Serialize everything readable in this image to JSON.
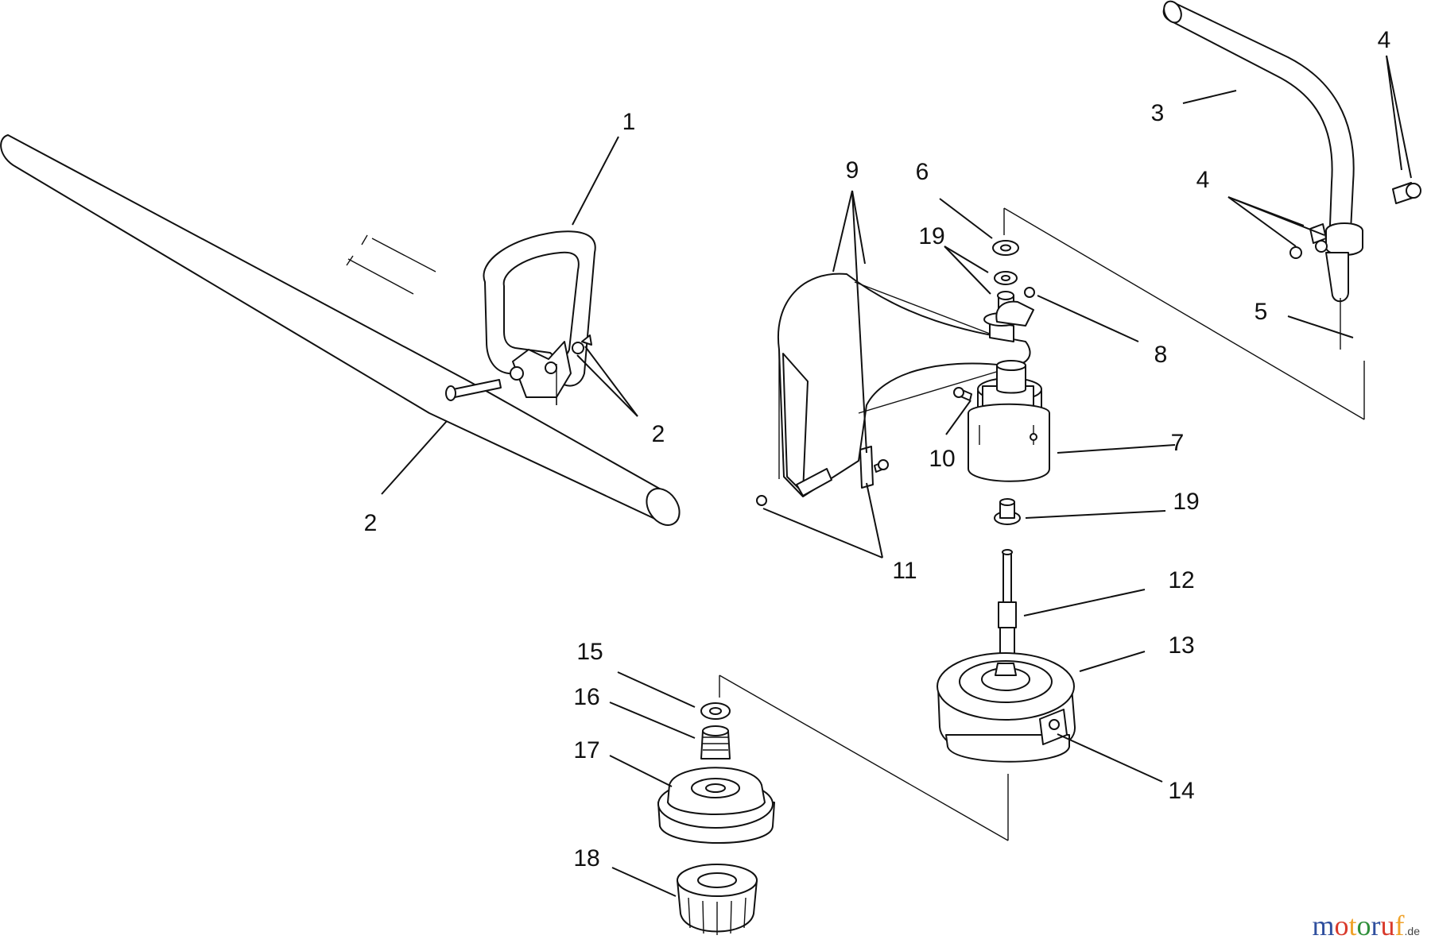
{
  "callouts": {
    "c1": "1",
    "c2a": "2",
    "c2b": "2",
    "c3": "3",
    "c4a": "4",
    "c4b": "4",
    "c5": "5",
    "c6": "6",
    "c7": "7",
    "c8": "8",
    "c9": "9",
    "c10": "10",
    "c11": "11",
    "c12": "12",
    "c13": "13",
    "c14": "14",
    "c15": "15",
    "c16": "16",
    "c17": "17",
    "c18": "18",
    "c19a": "19",
    "c19b": "19"
  },
  "watermark": {
    "letters": [
      "m",
      "o",
      "t",
      "o",
      "r",
      "u",
      "f"
    ],
    "letter_colors": [
      "#2f4f9e",
      "#d93a2b",
      "#f0a22a",
      "#2f8f3a",
      "#2f4f9e",
      "#d93a2b",
      "#f0a22a"
    ],
    "suffix": ".de"
  }
}
